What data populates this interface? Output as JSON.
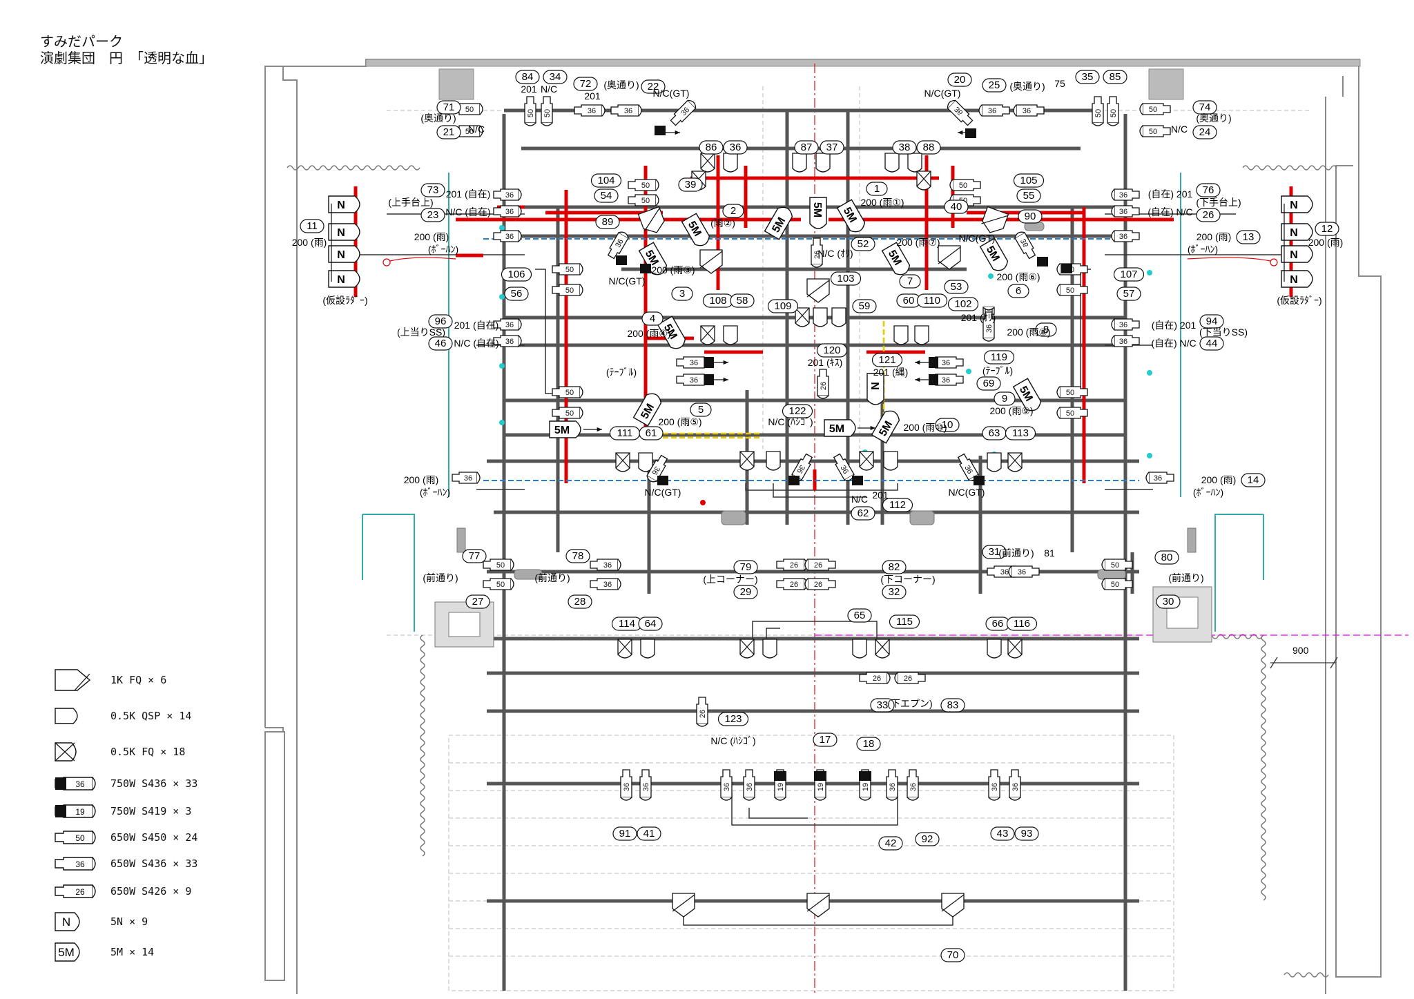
{
  "header": {
    "line1": "すみだパーク",
    "line2": "演劇集団　円　「透明な血」"
  },
  "dimension": {
    "label": "900"
  },
  "legend": [
    {
      "icon": "1k-fq-icon",
      "symbol": "",
      "text": "1K FQ × 6"
    },
    {
      "icon": "0.5k-qsp-icon",
      "symbol": "",
      "text": "0.5K QSP × 14"
    },
    {
      "icon": "0.5k-fq-icon",
      "symbol": "",
      "text": "0.5K FQ × 18"
    },
    {
      "icon": "s436-750-icon",
      "symbol": "36",
      "text": "750W S436 × 33"
    },
    {
      "icon": "s419-750-icon",
      "symbol": "19",
      "text": "750W S419 × 3"
    },
    {
      "icon": "s450-650-icon",
      "symbol": "50",
      "text": "650W S450 × 24"
    },
    {
      "icon": "s436-650-icon",
      "symbol": "36",
      "text": "650W S436 × 33"
    },
    {
      "icon": "s426-650-icon",
      "symbol": "26",
      "text": "650W S426 × 9"
    },
    {
      "icon": "5n-icon",
      "symbol": "N",
      "text": "5N × 9"
    },
    {
      "icon": "5m-icon",
      "symbol": "5M",
      "text": "5M × 14"
    }
  ],
  "labels": [
    {
      "id": "l84",
      "t": "84",
      "c": 1
    },
    {
      "id": "l34",
      "t": "34",
      "c": 1
    },
    {
      "id": "l201a",
      "t": "201"
    },
    {
      "id": "lnca",
      "t": "N/C"
    },
    {
      "id": "l72",
      "t": "72",
      "c": 1
    },
    {
      "id": "lokud1",
      "t": "(奥通り)"
    },
    {
      "id": "l22",
      "t": "22",
      "c": 1
    },
    {
      "id": "lncgt1",
      "t": "N/C(GT)"
    },
    {
      "id": "l201b",
      "t": "201"
    },
    {
      "id": "l20",
      "t": "20",
      "c": 1
    },
    {
      "id": "l25",
      "t": "25",
      "c": 1
    },
    {
      "id": "lokud2",
      "t": "(奥通り)"
    },
    {
      "id": "l75",
      "t": "75"
    },
    {
      "id": "l35",
      "t": "35",
      "c": 1
    },
    {
      "id": "l85",
      "t": "85",
      "c": 1
    },
    {
      "id": "lncgt2",
      "t": "N/C(GT)"
    },
    {
      "id": "l71",
      "t": "71",
      "c": 1
    },
    {
      "id": "lokud3",
      "t": "(奥通り)"
    },
    {
      "id": "l21",
      "t": "21",
      "c": 1
    },
    {
      "id": "lncb",
      "t": "N/C"
    },
    {
      "id": "l74",
      "t": "74",
      "c": 1
    },
    {
      "id": "lokud4",
      "t": "(奥通り)"
    },
    {
      "id": "l24",
      "t": "24",
      "c": 1
    },
    {
      "id": "lncc",
      "t": "N/C"
    },
    {
      "id": "l86",
      "t": "86",
      "c": 1
    },
    {
      "id": "l36a",
      "t": "36",
      "c": 1
    },
    {
      "id": "l87",
      "t": "87",
      "c": 1
    },
    {
      "id": "l37",
      "t": "37",
      "c": 1
    },
    {
      "id": "l38",
      "t": "38",
      "c": 1
    },
    {
      "id": "l88",
      "t": "88",
      "c": 1
    },
    {
      "id": "l73",
      "t": "73",
      "c": 1
    },
    {
      "id": "lkami1",
      "t": "(上手台上)"
    },
    {
      "id": "l23",
      "t": "23",
      "c": 1
    },
    {
      "id": "ljizai1",
      "t": "201 (自在)"
    },
    {
      "id": "ljizai2",
      "t": "N/C (自在)"
    },
    {
      "id": "l76",
      "t": "76",
      "c": 1
    },
    {
      "id": "lshimo1",
      "t": "(下手台上)"
    },
    {
      "id": "l26",
      "t": "26",
      "c": 1
    },
    {
      "id": "ljizai3",
      "t": "(自在) 201"
    },
    {
      "id": "ljizai4",
      "t": "(自在) N/C"
    },
    {
      "id": "l104",
      "t": "104",
      "c": 1
    },
    {
      "id": "l54",
      "t": "54",
      "c": 1
    },
    {
      "id": "l39",
      "t": "39",
      "c": 1
    },
    {
      "id": "l89",
      "t": "89",
      "c": 1
    },
    {
      "id": "l2",
      "t": "2",
      "c": 1
    },
    {
      "id": "lame2",
      "t": "(雨②)"
    },
    {
      "id": "l1",
      "t": "1",
      "c": 1
    },
    {
      "id": "lame1",
      "t": "200 (雨①)"
    },
    {
      "id": "l40",
      "t": "40",
      "c": 1
    },
    {
      "id": "l105",
      "t": "105",
      "c": 1
    },
    {
      "id": "l55",
      "t": "55",
      "c": 1
    },
    {
      "id": "l90",
      "t": "90",
      "c": 1
    },
    {
      "id": "l11",
      "t": "11",
      "c": 1
    },
    {
      "id": "lame11",
      "t": "200 (雨)"
    },
    {
      "id": "l12",
      "t": "12",
      "c": 1
    },
    {
      "id": "lame12",
      "t": "200 (雨)"
    },
    {
      "id": "lame200a",
      "t": "200 (雨)"
    },
    {
      "id": "lbohan1",
      "t": "(ﾎﾞｰﾊﾝ)"
    },
    {
      "id": "lbohan2",
      "t": "(ﾎﾞｰﾊﾝ)"
    },
    {
      "id": "lame200b",
      "t": "200 (雨)"
    },
    {
      "id": "l13",
      "t": "13",
      "c": 1
    },
    {
      "id": "lncgt3",
      "t": "N/C(GT)"
    },
    {
      "id": "lncgt4",
      "t": "N/C(GT)"
    },
    {
      "id": "lkasetsu1",
      "t": "(仮設ﾗﾀﾞｰ)"
    },
    {
      "id": "lkasetsu2",
      "t": "(仮設ﾗﾀﾞｰ)"
    },
    {
      "id": "l106",
      "t": "106",
      "c": 1
    },
    {
      "id": "l56",
      "t": "56",
      "c": 1
    },
    {
      "id": "l107",
      "t": "107",
      "c": 1
    },
    {
      "id": "l57",
      "t": "57",
      "c": 1
    },
    {
      "id": "l52",
      "t": "52",
      "c": 1
    },
    {
      "id": "lncori1",
      "t": "N/C (ｵﾘ)"
    },
    {
      "id": "l53",
      "t": "53",
      "c": 1
    },
    {
      "id": "lame7",
      "t": "200 (雨⑦)"
    },
    {
      "id": "l7",
      "t": "7",
      "c": 1
    },
    {
      "id": "lame3",
      "t": "200 (雨③)"
    },
    {
      "id": "l3",
      "t": "3",
      "c": 1
    },
    {
      "id": "lame6",
      "t": "200 (雨⑥)"
    },
    {
      "id": "l6",
      "t": "6",
      "c": 1
    },
    {
      "id": "l103",
      "t": "103",
      "c": 1
    },
    {
      "id": "l109",
      "t": "109",
      "c": 1
    },
    {
      "id": "l59",
      "t": "59",
      "c": 1
    },
    {
      "id": "l108",
      "t": "108",
      "c": 1
    },
    {
      "id": "l58",
      "t": "58",
      "c": 1
    },
    {
      "id": "l60",
      "t": "60",
      "c": 1
    },
    {
      "id": "l110",
      "t": "110",
      "c": 1
    },
    {
      "id": "l102",
      "t": "102",
      "c": 1
    },
    {
      "id": "lori2",
      "t": "201 (ｵﾘ)"
    },
    {
      "id": "l96",
      "t": "96",
      "c": 1
    },
    {
      "id": "luwa",
      "t": "(上当りSS)"
    },
    {
      "id": "l46",
      "t": "46",
      "c": 1
    },
    {
      "id": "ljizai5",
      "t": "201 (自在)"
    },
    {
      "id": "ljizai6",
      "t": "N/C (自在)"
    },
    {
      "id": "l94",
      "t": "94",
      "c": 1
    },
    {
      "id": "lshita",
      "t": "(下当りSS)"
    },
    {
      "id": "l44",
      "t": "44",
      "c": 1
    },
    {
      "id": "ljizai7",
      "t": "(自在) 201"
    },
    {
      "id": "ljizai8",
      "t": "(自在) N/C"
    },
    {
      "id": "l4",
      "t": "4",
      "c": 1
    },
    {
      "id": "lame4",
      "t": "200 (雨④)"
    },
    {
      "id": "l8",
      "t": "8",
      "c": 1
    },
    {
      "id": "lame8",
      "t": "200 (雨⑧)"
    },
    {
      "id": "l120",
      "t": "120",
      "c": 1
    },
    {
      "id": "lkisu",
      "t": "201 (ｷｽ)"
    },
    {
      "id": "l121",
      "t": "121",
      "c": 1
    },
    {
      "id": "lnawa",
      "t": "201 (縄)"
    },
    {
      "id": "ltable1",
      "t": "(ﾃｰﾌﾞﾙ)"
    },
    {
      "id": "l119",
      "t": "119",
      "c": 1
    },
    {
      "id": "ltable2",
      "t": "(ﾃｰﾌﾞﾙ)"
    },
    {
      "id": "l69",
      "t": "69",
      "c": 1
    },
    {
      "id": "l5",
      "t": "5",
      "c": 1
    },
    {
      "id": "lame5",
      "t": "200 (雨⑤)"
    },
    {
      "id": "l9",
      "t": "9",
      "c": 1
    },
    {
      "id": "lame9",
      "t": "200 (雨⑨)"
    },
    {
      "id": "l122",
      "t": "122",
      "c": 1
    },
    {
      "id": "lhashigo1",
      "t": "N/C (ﾊｼｺﾞ)"
    },
    {
      "id": "l10",
      "t": "10",
      "c": 1
    },
    {
      "id": "lame10",
      "t": "200 (雨⑩)"
    },
    {
      "id": "l111",
      "t": "111",
      "c": 1
    },
    {
      "id": "l61",
      "t": "61",
      "c": 1
    },
    {
      "id": "l63",
      "t": "63",
      "c": 1
    },
    {
      "id": "l113",
      "t": "113",
      "c": 1
    },
    {
      "id": "lame200c",
      "t": "200 (雨)"
    },
    {
      "id": "lbohan3",
      "t": "(ﾎﾞｰﾊﾝ)"
    },
    {
      "id": "lbohan4",
      "t": "(ﾎﾞｰﾊﾝ)"
    },
    {
      "id": "lame200d",
      "t": "200 (雨)"
    },
    {
      "id": "l14",
      "t": "14",
      "c": 1
    },
    {
      "id": "lncgt5",
      "t": "N/C(GT)"
    },
    {
      "id": "lncgt6",
      "t": "N/C(GT)"
    },
    {
      "id": "lnc62",
      "t": "N/C"
    },
    {
      "id": "l62",
      "t": "62",
      "c": 1
    },
    {
      "id": "l201c",
      "t": "201"
    },
    {
      "id": "l112",
      "t": "112",
      "c": 1
    },
    {
      "id": "l77",
      "t": "77",
      "c": 1
    },
    {
      "id": "lmae1",
      "t": "(前通り)"
    },
    {
      "id": "l27",
      "t": "27",
      "c": 1
    },
    {
      "id": "l78",
      "t": "78",
      "c": 1
    },
    {
      "id": "lmae2",
      "t": "(前通り)"
    },
    {
      "id": "l28",
      "t": "28",
      "c": 1
    },
    {
      "id": "l79",
      "t": "79",
      "c": 1
    },
    {
      "id": "lkamicorner",
      "t": "(上コーナー)"
    },
    {
      "id": "l29",
      "t": "29",
      "c": 1
    },
    {
      "id": "l82",
      "t": "82",
      "c": 1
    },
    {
      "id": "lshimocorner",
      "t": "(下コーナー)"
    },
    {
      "id": "l32",
      "t": "32",
      "c": 1
    },
    {
      "id": "l31",
      "t": "31",
      "c": 1
    },
    {
      "id": "lmae3",
      "t": "(前通り)"
    },
    {
      "id": "l81",
      "t": "81"
    },
    {
      "id": "l80",
      "t": "80",
      "c": 1
    },
    {
      "id": "lmae4",
      "t": "(前通り)"
    },
    {
      "id": "l30",
      "t": "30",
      "c": 1
    },
    {
      "id": "l114",
      "t": "114",
      "c": 1
    },
    {
      "id": "l64",
      "t": "64",
      "c": 1
    },
    {
      "id": "l65",
      "t": "65",
      "c": 1
    },
    {
      "id": "l115",
      "t": "115",
      "c": 1
    },
    {
      "id": "l66",
      "t": "66",
      "c": 1
    },
    {
      "id": "l116",
      "t": "116",
      "c": 1
    },
    {
      "id": "l33",
      "t": "33",
      "c": 1
    },
    {
      "id": "lshimoapron",
      "t": "(下エプン)"
    },
    {
      "id": "l83",
      "t": "83",
      "c": 1
    },
    {
      "id": "l123",
      "t": "123",
      "c": 1
    },
    {
      "id": "lhashigo2",
      "t": "N/C (ﾊｼｺﾞ)"
    },
    {
      "id": "l17",
      "t": "17",
      "c": 1
    },
    {
      "id": "l18",
      "t": "18",
      "c": 1
    },
    {
      "id": "l91",
      "t": "91",
      "c": 1
    },
    {
      "id": "l41",
      "t": "41",
      "c": 1
    },
    {
      "id": "l42",
      "t": "42",
      "c": 1
    },
    {
      "id": "l92",
      "t": "92",
      "c": 1
    },
    {
      "id": "l43",
      "t": "43",
      "c": 1
    },
    {
      "id": "l93",
      "t": "93",
      "c": 1
    },
    {
      "id": "l70",
      "t": "70",
      "c": 1
    }
  ]
}
